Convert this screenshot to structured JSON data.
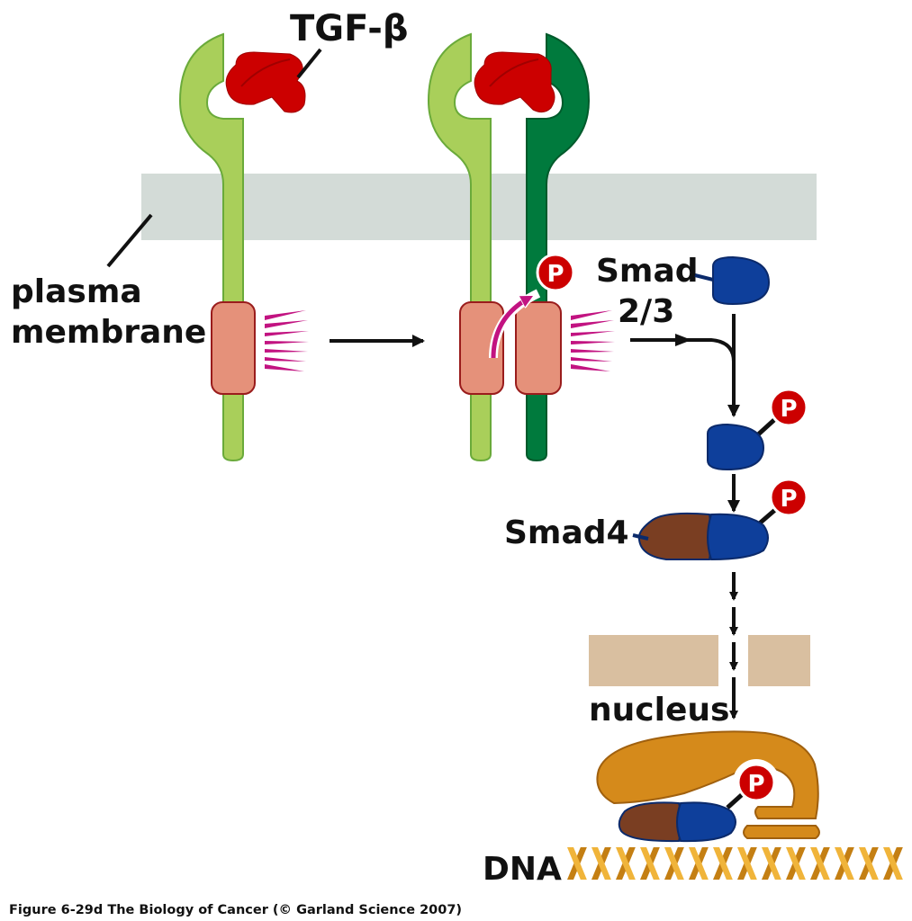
{
  "figure": {
    "caption": "Figure 6-29d  The Biology of Cancer (© Garland Science 2007)"
  },
  "labels": {
    "ligand": "TGF-β",
    "membrane_line1": "plasma",
    "membrane_line2": "membrane",
    "smad23_line1": "Smad",
    "smad23_line2": "2/3",
    "smad4": "Smad4",
    "nucleus": "nucleus",
    "dna": "DNA"
  },
  "phosphate_label": "P",
  "colors": {
    "membrane": "#d3dbd7",
    "receptor_type2": "#a9cf5a",
    "receptor_type2_stroke": "#6aaa3a",
    "receptor_type1": "#007a3d",
    "receptor_type1_stroke": "#005a2b",
    "kinase_domain": "#e5917a",
    "kinase_stroke": "#9a1c1c",
    "tgfb": "#cc0000",
    "kinase_rays": "#c21381",
    "phospho_arrow": "#c21381",
    "phosphate": "#cc0000",
    "smad23": "#0e3f9b",
    "smad23_stroke": "#0b2a6b",
    "smad4": "#7a3e22",
    "nuclear_envelope": "#d9bfa0",
    "transcription_factor": "#d58a1b",
    "dna_dark": "#c47f13",
    "dna_light": "#f0b43a",
    "arrow": "#111111"
  }
}
